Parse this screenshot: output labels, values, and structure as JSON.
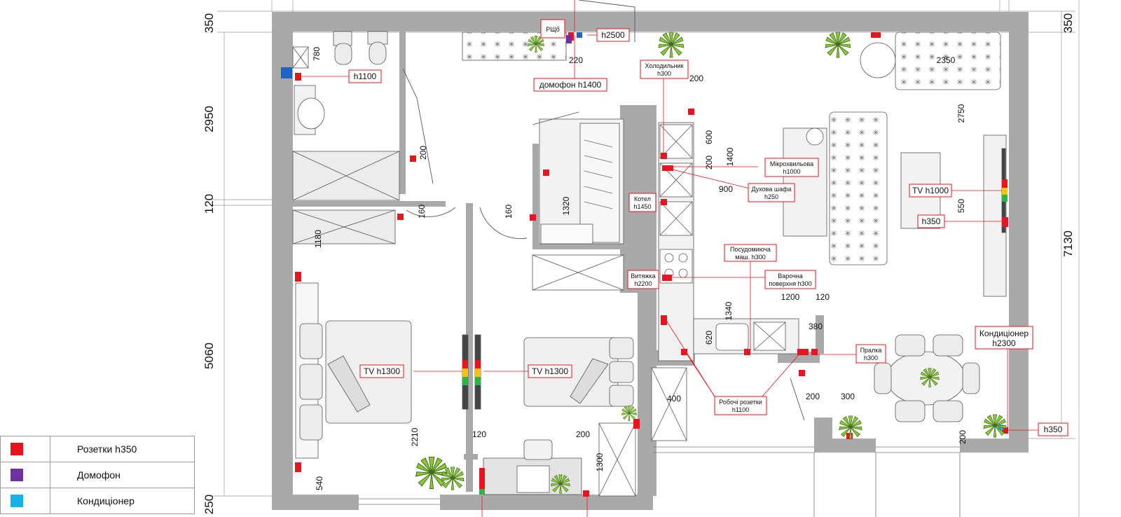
{
  "dimensions_left": [
    "350",
    "2950",
    "120",
    "5060",
    "250"
  ],
  "dimensions_right": [
    "350",
    "7130"
  ],
  "dimensions_inner": [
    "780",
    "200",
    "160",
    "1180",
    "160",
    "1320",
    "220",
    "200",
    "600",
    "200",
    "1400",
    "900",
    "2350",
    "2750",
    "550",
    "1200",
    "120",
    "1340",
    "620",
    "380",
    "200",
    "300",
    "400",
    "200",
    "2210",
    "120",
    "200",
    "1300",
    "540"
  ],
  "labels": {
    "rshch": "РЩб",
    "h2500": "h2500",
    "domofon": "домофон h1400",
    "h1100": "h1100",
    "fridge": [
      "Холодильник",
      "h300"
    ],
    "microwave": [
      "Мікрохвильова",
      "h1000"
    ],
    "oven": [
      "Духова шафа",
      "h250"
    ],
    "boiler": [
      "Котел",
      "h1450"
    ],
    "dishwasher": [
      "Посудомиюча",
      "маш. h300"
    ],
    "hood": [
      "Витяжка",
      "h2200"
    ],
    "hob": [
      "Варочна",
      "поверхня h300"
    ],
    "washer": [
      "Пралка",
      "h300"
    ],
    "work_sockets": [
      "Робочі розетки",
      "h1100"
    ],
    "ac": [
      "Кондиціонер",
      "h2300"
    ],
    "tv_living": "TV h1000",
    "h350_living": "h350",
    "h350_corner": "h350",
    "tv_bed_left": "TV h1300",
    "tv_bed_right": "TV h1300"
  },
  "legend": [
    {
      "label": "Розетки h350",
      "color": "#e8141e"
    },
    {
      "label": "Домофон",
      "color": "#7030a0"
    },
    {
      "label": "Кондиціонер",
      "color": "#16b2e6"
    }
  ],
  "colors": {
    "wall": "#a9a9a9",
    "socket": "#e8141e",
    "intercom": "#7030a0",
    "ac": "#16b2e6",
    "label_border": "#e8141e",
    "plant": "#7cb518"
  }
}
